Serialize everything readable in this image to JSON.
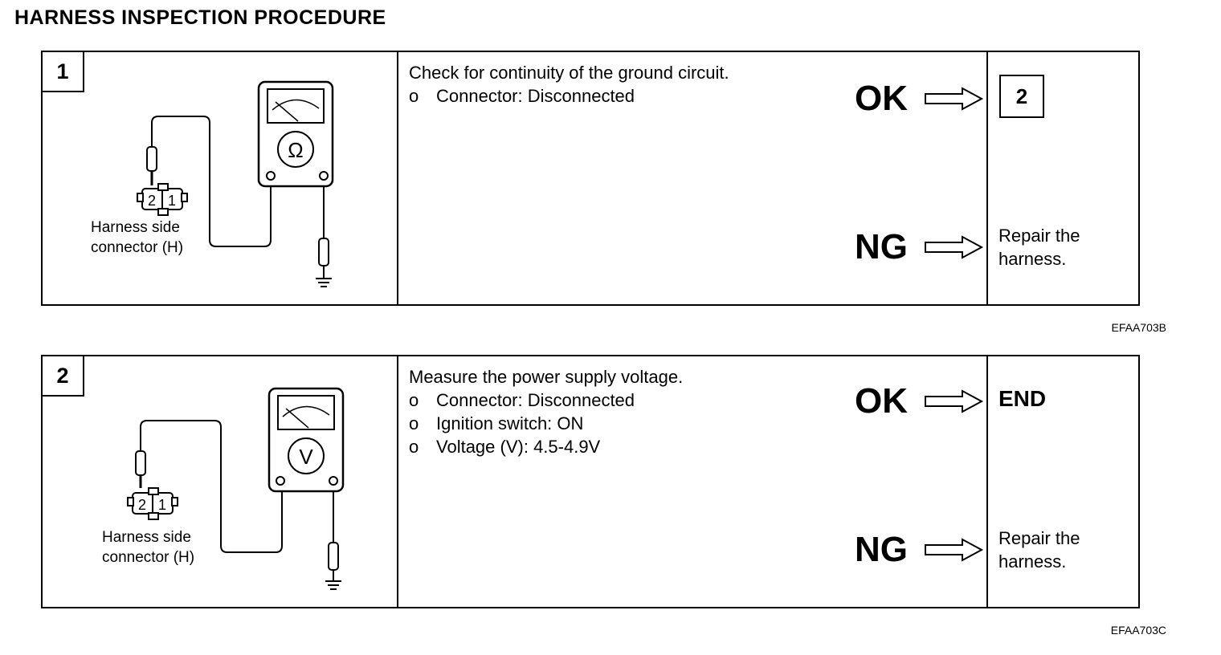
{
  "title": "HARNESS INSPECTION PROCEDURE",
  "steps": [
    {
      "number": "1",
      "meter_symbol": "Ω",
      "connector_pins": [
        "2",
        "1"
      ],
      "connector_label": "Harness side\nconnector (H)",
      "heading": "Check for continuity of the ground circuit.",
      "bullets": [
        {
          "marker": "o",
          "text": "Connector: Disconnected"
        }
      ],
      "ok_label": "OK",
      "ok_result": "2",
      "ng_label": "NG",
      "ng_result": "Repair the\nharness.",
      "figure_code": "EFAA703B"
    },
    {
      "number": "2",
      "meter_symbol": "V",
      "connector_pins": [
        "2",
        "1"
      ],
      "connector_label": "Harness side\nconnector (H)",
      "heading": "Measure the power supply voltage.",
      "bullets": [
        {
          "marker": "o",
          "text": "Connector: Disconnected"
        },
        {
          "marker": "o",
          "text": "Ignition switch: ON"
        },
        {
          "marker": "o",
          "text": "Voltage (V): 4.5-4.9V"
        }
      ],
      "ok_label": "OK",
      "ok_result": "END",
      "ng_label": "NG",
      "ng_result": "Repair the\nharness.",
      "figure_code": "EFAA703C"
    }
  ]
}
